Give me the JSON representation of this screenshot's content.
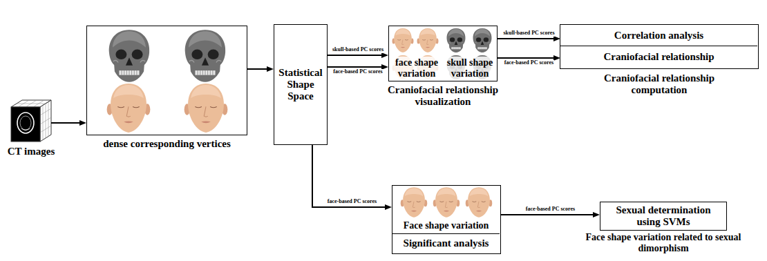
{
  "diagram": {
    "nodes": [
      {
        "text": [
          "CT images"
        ]
      },
      {
        "text": [
          "dense corresponding vertices"
        ]
      },
      {
        "text": [
          "Statistical Shape Space"
        ]
      },
      {
        "text": [
          "face shape variation",
          "skull shape variation",
          "Craniofacial relationship visualization"
        ]
      },
      {
        "text": [
          "Craniofacial relationship computation"
        ]
      },
      {
        "text": [
          "Correlation analysis"
        ],
        "in": 4
      },
      {
        "text": [
          "Craniofacial relationship"
        ],
        "in": 4
      },
      {
        "text": [
          "Face shape variation",
          "Significant analysis"
        ]
      },
      {
        "text": [
          "Sexual determination using SVMs",
          "Face shape variation related to sexual dimorphism"
        ]
      }
    ],
    "edges": [
      {
        "from": 0,
        "to": 1,
        "arrow": "to"
      },
      {
        "from": 1,
        "to": 2,
        "arrow": "to"
      },
      {
        "from": 2,
        "to": 3,
        "label": "skull-based PC scores",
        "arrow": "to"
      },
      {
        "from": 2,
        "to": 3,
        "label": "face-based PC scores",
        "arrow": "to"
      },
      {
        "from": 3,
        "to": 5,
        "label": "skull-based PC scores",
        "arrow": "to"
      },
      {
        "from": 3,
        "to": 6,
        "label": "face-based PC scores",
        "arrow": "to"
      },
      {
        "from": 2,
        "to": 7,
        "label": "face-based PC scores",
        "arrow": "to"
      },
      {
        "from": 7,
        "to": 8,
        "label": "face-based PC scores",
        "arrow": "to"
      }
    ]
  }
}
